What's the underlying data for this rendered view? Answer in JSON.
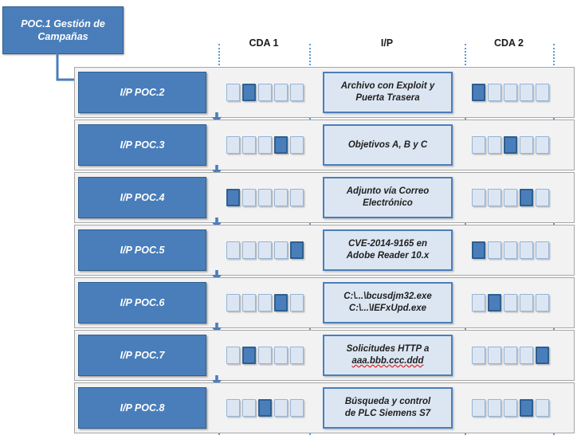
{
  "callout": {
    "label": "POC.1 Gestión de Campañas",
    "line1": "POC.1 Gestión de",
    "line2": "Campañas"
  },
  "headers": {
    "cda1": "CDA 1",
    "ip": "I/P",
    "cda2": "CDA 2"
  },
  "colors": {
    "box_fill": "#4a7ebb",
    "box_border": "#2e5f8f",
    "square_light_fill": "#dce6f2",
    "square_light_border": "#95b3d7",
    "square_on_fill": "#4a7ebb",
    "band_fill": "#f2f2f2",
    "band_border": "#a6a6a6",
    "guide_line": "#5b9bd5",
    "spell_underline": "#e02020",
    "text_on_box": "#ffffff"
  },
  "squares_per_group": 5,
  "rows": [
    {
      "poc": "I/P POC.2",
      "cda1_on": 1,
      "cda2_on": 0,
      "ip_lines": [
        "Archivo con Exploit y",
        "Puerta Trasera"
      ],
      "ip_spell": [
        false,
        false
      ]
    },
    {
      "poc": "I/P POC.3",
      "cda1_on": 3,
      "cda2_on": 2,
      "ip_lines": [
        "Objetivos A, B y C"
      ],
      "ip_spell": [
        false
      ]
    },
    {
      "poc": "I/P POC.4",
      "cda1_on": 0,
      "cda2_on": 3,
      "ip_lines": [
        "Adjunto vía Correo",
        "Electrónico"
      ],
      "ip_spell": [
        false,
        false
      ]
    },
    {
      "poc": "I/P POC.5",
      "cda1_on": 4,
      "cda2_on": 0,
      "ip_lines": [
        "CVE-2014-9165 en",
        "Adobe Reader 10.x"
      ],
      "ip_spell": [
        false,
        false
      ]
    },
    {
      "poc": "I/P POC.6",
      "cda1_on": 3,
      "cda2_on": 1,
      "ip_lines": [
        "C:\\...\\bcusdjm32.exe",
        "C:\\...\\IEFxUpd.exe"
      ],
      "ip_spell": [
        false,
        false
      ]
    },
    {
      "poc": "I/P POC.7",
      "cda1_on": 1,
      "cda2_on": 4,
      "ip_lines": [
        "Solicitudes HTTP a",
        "aaa.bbb.ccc.ddd"
      ],
      "ip_spell": [
        false,
        true
      ]
    },
    {
      "poc": "I/P POC.8",
      "cda1_on": 2,
      "cda2_on": 3,
      "ip_lines": [
        "Búsqueda y control",
        "de PLC Siemens S7"
      ],
      "ip_spell": [
        false,
        false
      ]
    }
  ],
  "guides_x": [
    274,
    388,
    583,
    694
  ]
}
